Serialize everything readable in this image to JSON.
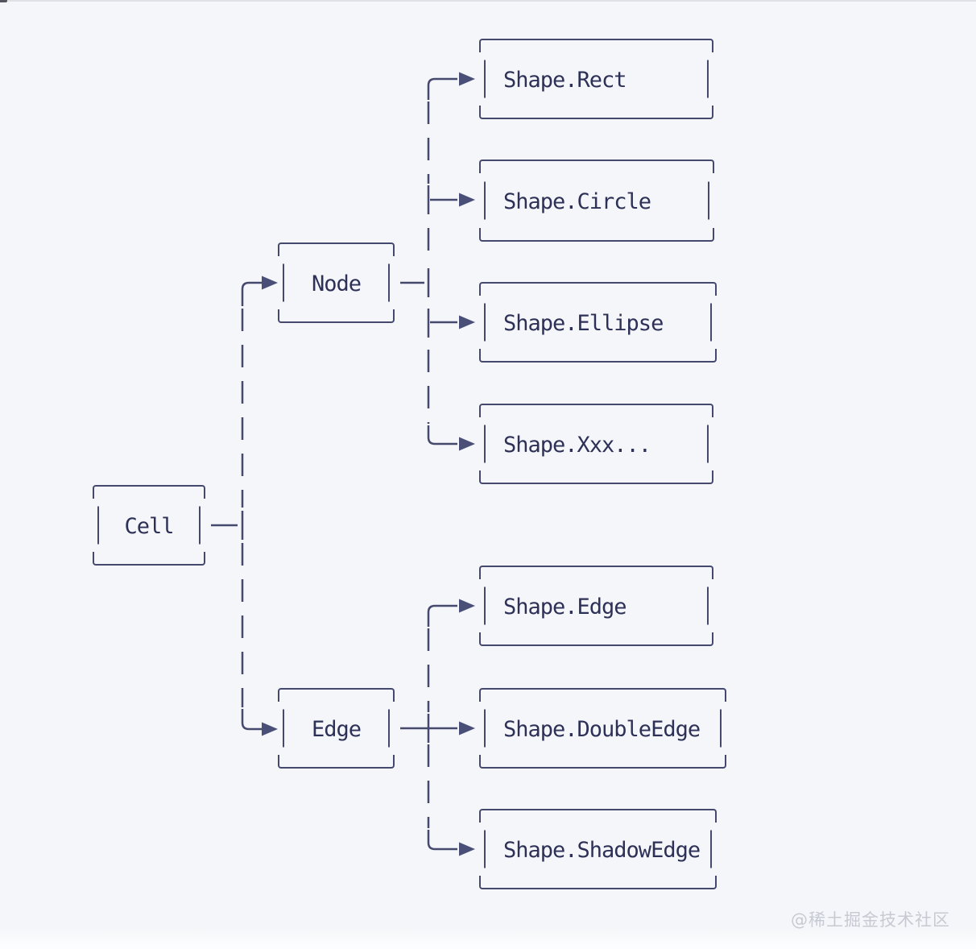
{
  "diagram": {
    "title_hint": "X6 cell hierarchy diagram",
    "nodes": {
      "cell": "Cell",
      "node": "Node",
      "edge": "Edge",
      "rect": "Shape.Rect",
      "circle": "Shape.Circle",
      "ellipse": "Shape.Ellipse",
      "xxx": "Shape.Xxx...",
      "shape_edge": "Shape.Edge",
      "double_edge": "Shape.DoubleEdge",
      "shadow_edge": "Shape.ShadowEdge"
    },
    "relations": [
      "Cell -> Node",
      "Cell -> Edge",
      "Node -> Shape.Rect",
      "Node -> Shape.Circle",
      "Node -> Shape.Ellipse",
      "Node -> Shape.Xxx...",
      "Edge -> Shape.Edge",
      "Edge -> Shape.DoubleEdge",
      "Edge -> Shape.ShadowEdge"
    ],
    "colors": {
      "line": "#45496d",
      "text": "#2d3057",
      "arrow": "#4a4f78",
      "background": "#f5f6f9",
      "watermark_text": "#c7cad3"
    }
  },
  "watermark": "@稀土掘金技术社区"
}
